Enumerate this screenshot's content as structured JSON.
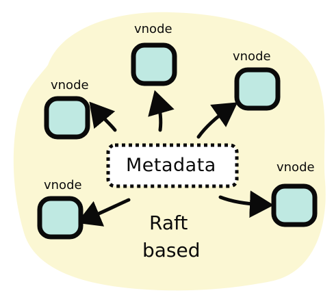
{
  "diagram": {
    "center": {
      "label": "Metadata"
    },
    "note": {
      "line1": "Raft",
      "line2": "based"
    },
    "vnodes": [
      {
        "label": "vnode"
      },
      {
        "label": "vnode"
      },
      {
        "label": "vnode"
      },
      {
        "label": "vnode"
      },
      {
        "label": "vnode"
      }
    ],
    "colors": {
      "blob": "#fbf7d3",
      "node_fill": "#bfe9e2",
      "stroke": "#0a0a0a",
      "center_fill": "#ffffff"
    }
  }
}
